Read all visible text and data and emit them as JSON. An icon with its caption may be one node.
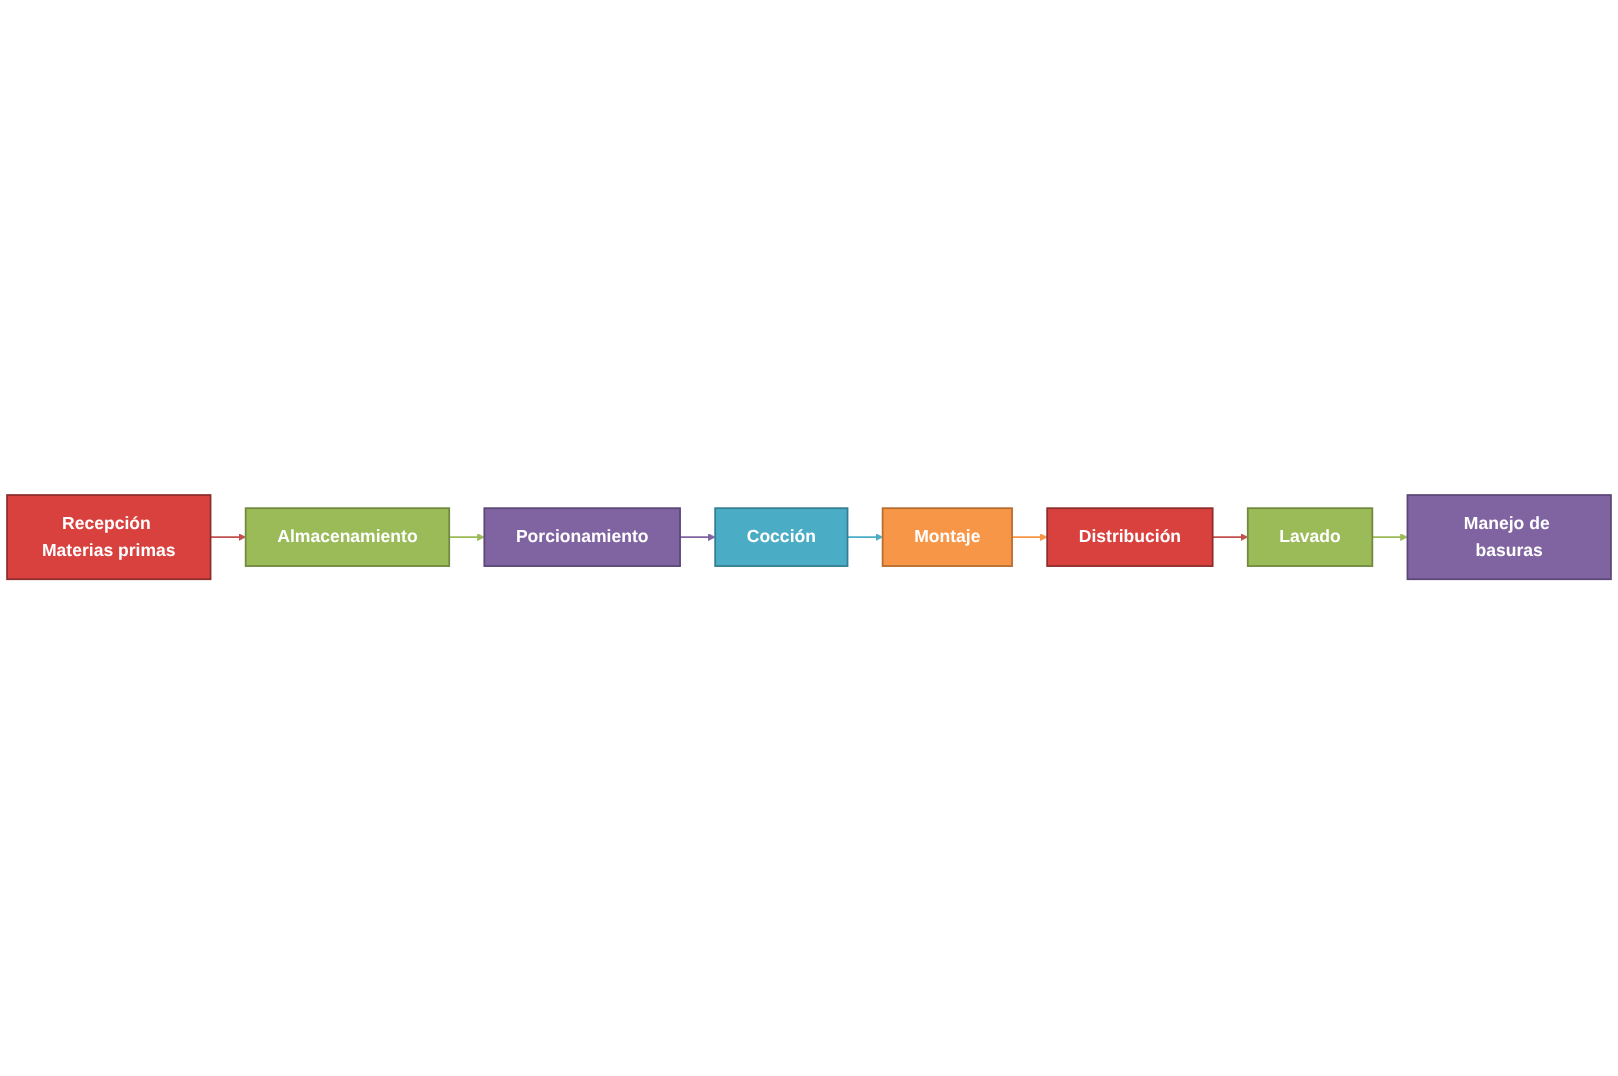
{
  "diagram": {
    "nodes": [
      {
        "text": [
          "Recepción Materias primas"
        ]
      },
      {
        "text": [
          "Almacenamiento"
        ]
      },
      {
        "text": [
          "Porcionamiento"
        ]
      },
      {
        "text": [
          "Cocción"
        ]
      },
      {
        "text": [
          "Montaje"
        ]
      },
      {
        "text": [
          "Distribución"
        ]
      },
      {
        "text": [
          "Lavado"
        ]
      },
      {
        "text": [
          "Manejo de basuras"
        ]
      }
    ],
    "edges": [
      {
        "from": 0,
        "to": 1,
        "arrow": "to",
        "color": "#c0504d"
      },
      {
        "from": 1,
        "to": 2,
        "arrow": "to",
        "color": "#9bbb59"
      },
      {
        "from": 2,
        "to": 3,
        "arrow": "to",
        "color": "#8064a2"
      },
      {
        "from": 3,
        "to": 4,
        "arrow": "to",
        "color": "#4bacc6"
      },
      {
        "from": 4,
        "to": 5,
        "arrow": "to",
        "color": "#f79646"
      },
      {
        "from": 5,
        "to": 6,
        "arrow": "to",
        "color": "#c0504d"
      },
      {
        "from": 6,
        "to": 7,
        "arrow": "to",
        "color": "#9bbb59"
      }
    ]
  }
}
